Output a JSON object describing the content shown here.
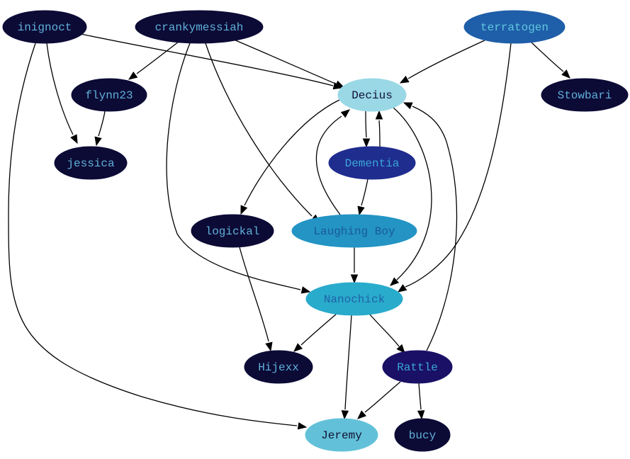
{
  "nodes": [
    {
      "id": "inignoct",
      "label": "inignoct",
      "fill": "#0c0b36",
      "text_color": "#5fb0d8"
    },
    {
      "id": "crankymessiah",
      "label": "crankymessiah",
      "fill": "#0c0b36",
      "text_color": "#5fb0d8"
    },
    {
      "id": "terratogen",
      "label": "terratogen",
      "fill": "#1f5ea8",
      "text_color": "#5fc8e0"
    },
    {
      "id": "flynn23",
      "label": "flynn23",
      "fill": "#0c0b36",
      "text_color": "#5fb0d8"
    },
    {
      "id": "Decius",
      "label": "Decius",
      "fill": "#9ad8e6",
      "text_color": "#111133"
    },
    {
      "id": "Stowbari",
      "label": "Stowbari",
      "fill": "#0c0b36",
      "text_color": "#5fb0d8"
    },
    {
      "id": "jessica",
      "label": "jessica",
      "fill": "#0c0b36",
      "text_color": "#5fb0d8"
    },
    {
      "id": "Dementia",
      "label": "Dementia",
      "fill": "#1f2d8e",
      "text_color": "#3aa6d8"
    },
    {
      "id": "logickal",
      "label": "logickal",
      "fill": "#0c0b36",
      "text_color": "#5fb0d8"
    },
    {
      "id": "Laughing Boy",
      "label": "Laughing Boy",
      "fill": "#2394c4",
      "text_color": "#1a5a9a"
    },
    {
      "id": "Nanochick",
      "label": "Nanochick",
      "fill": "#29abcc",
      "text_color": "#1f62a8"
    },
    {
      "id": "Hijexx",
      "label": "Hijexx",
      "fill": "#0c0b36",
      "text_color": "#5fb0d8"
    },
    {
      "id": "Rattle",
      "label": "Rattle",
      "fill": "#1a1066",
      "text_color": "#3aa6d8"
    },
    {
      "id": "Jeremy",
      "label": "Jeremy",
      "fill": "#62c1d9",
      "text_color": "#111133"
    },
    {
      "id": "bucy",
      "label": "bucy",
      "fill": "#0c0b36",
      "text_color": "#5fb0d8"
    }
  ],
  "edges": [
    {
      "from": "inignoct",
      "to": "Decius"
    },
    {
      "from": "inignoct",
      "to": "jessica"
    },
    {
      "from": "inignoct",
      "to": "Jeremy"
    },
    {
      "from": "crankymessiah",
      "to": "flynn23"
    },
    {
      "from": "crankymessiah",
      "to": "Decius"
    },
    {
      "from": "crankymessiah",
      "to": "Laughing Boy"
    },
    {
      "from": "crankymessiah",
      "to": "Nanochick"
    },
    {
      "from": "terratogen",
      "to": "Decius"
    },
    {
      "from": "terratogen",
      "to": "Stowbari"
    },
    {
      "from": "terratogen",
      "to": "Nanochick"
    },
    {
      "from": "flynn23",
      "to": "jessica"
    },
    {
      "from": "Decius",
      "to": "Dementia"
    },
    {
      "from": "Decius",
      "to": "logickal"
    },
    {
      "from": "Decius",
      "to": "Nanochick"
    },
    {
      "from": "Dementia",
      "to": "Decius"
    },
    {
      "from": "Dementia",
      "to": "Laughing Boy"
    },
    {
      "from": "Laughing Boy",
      "to": "Decius"
    },
    {
      "from": "Laughing Boy",
      "to": "Nanochick"
    },
    {
      "from": "logickal",
      "to": "Hijexx"
    },
    {
      "from": "Nanochick",
      "to": "Hijexx"
    },
    {
      "from": "Nanochick",
      "to": "Rattle"
    },
    {
      "from": "Nanochick",
      "to": "Jeremy"
    },
    {
      "from": "Rattle",
      "to": "Decius"
    },
    {
      "from": "Rattle",
      "to": "Jeremy"
    },
    {
      "from": "Rattle",
      "to": "bucy"
    }
  ]
}
